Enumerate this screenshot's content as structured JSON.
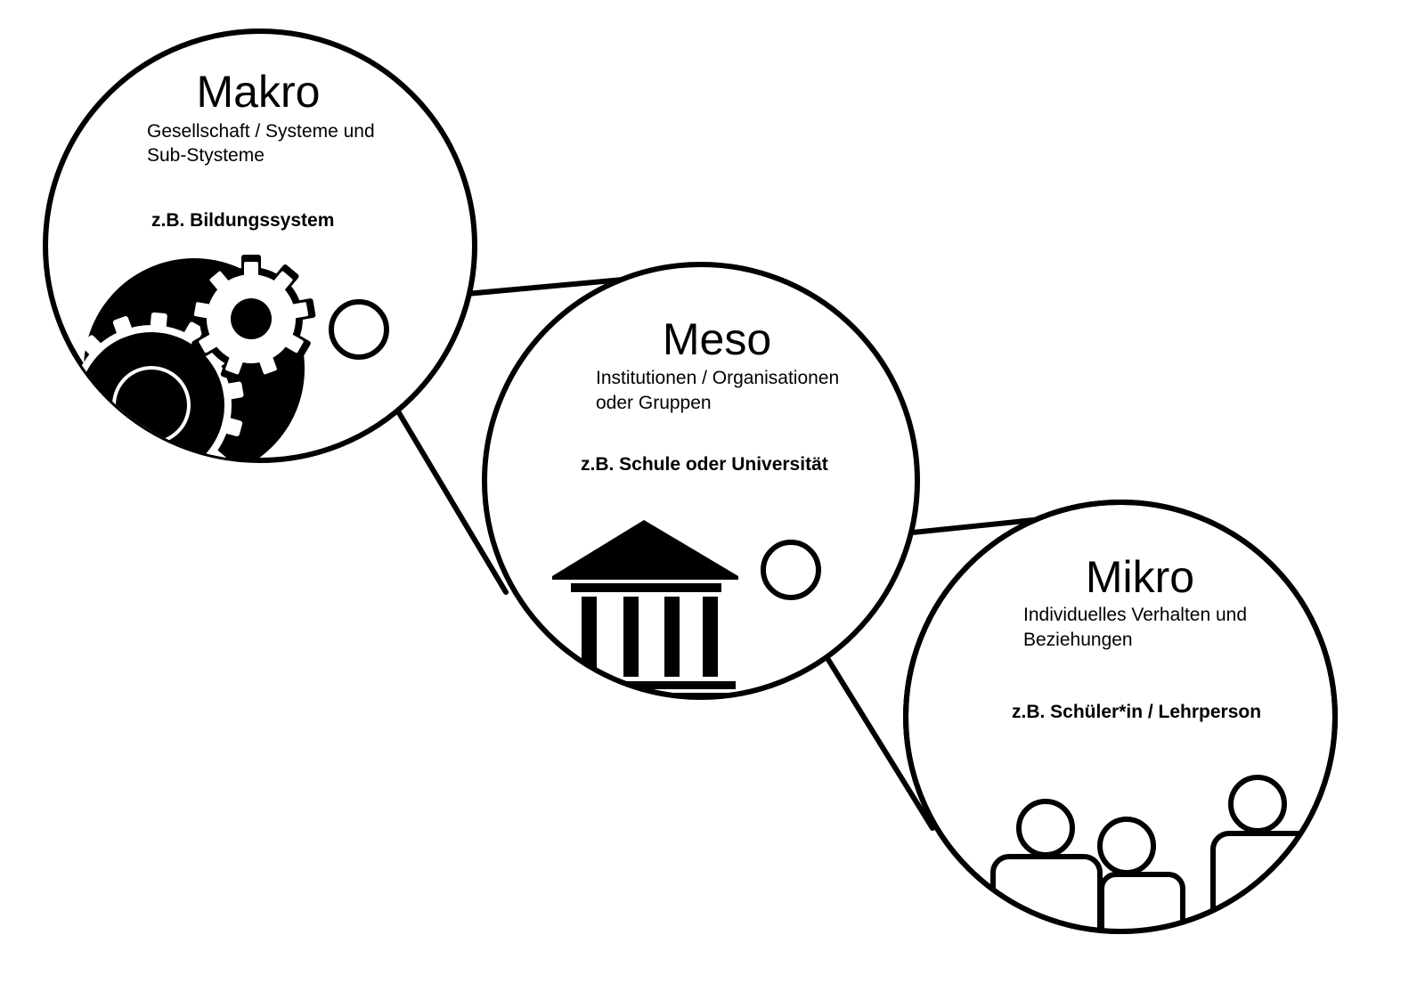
{
  "levels": {
    "makro": {
      "title": "Makro",
      "desc_line1": "Gesellschaft / Systeme und",
      "desc_line2": "Sub-Stysteme",
      "example": "z.B. Bildungssystem",
      "icon": "gears-icon"
    },
    "meso": {
      "title": "Meso",
      "desc_line1": "Institutionen / Organisationen",
      "desc_line2": "oder Gruppen",
      "example": "z.B. Schule oder Universität",
      "icon": "institution-building-icon"
    },
    "mikro": {
      "title": "Mikro",
      "desc_line1": "Individuelles Verhalten und",
      "desc_line2": "Beziehungen",
      "example": "z.B. Schüler*in / Lehrperson",
      "icon": "people-icon"
    }
  },
  "colors": {
    "stroke": "#000000",
    "background": "#ffffff"
  }
}
